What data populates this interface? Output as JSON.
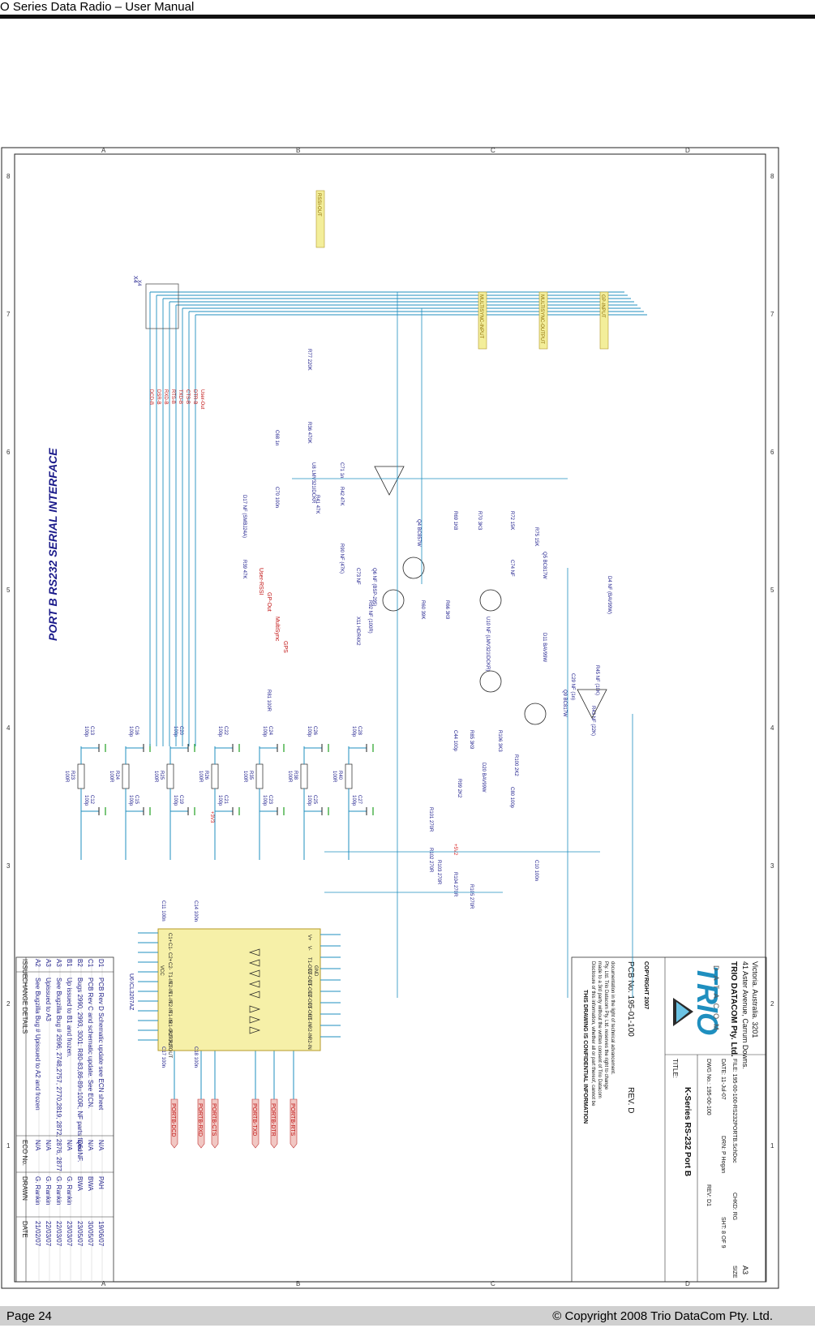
{
  "header": {
    "title": "O Series Data Radio – User Manual"
  },
  "footer": {
    "page": "Page 24",
    "copyright": "© Copyright 2008 Trio DataCom Pty. Ltd."
  },
  "colors": {
    "wire": "#1f8fbf",
    "ground": "#22a022",
    "power": "#d81f1f",
    "ink": "#1a1a8a",
    "net_fill": "#f3ee9a",
    "port_fill": "#f1c7c3"
  },
  "diagram": {
    "heading": "PORT B RS232 SERIAL INTERFACE",
    "grid_letters": [
      "A",
      "B",
      "C",
      "D"
    ],
    "grid_numbers": [
      "1",
      "2",
      "3",
      "4",
      "5",
      "6",
      "7",
      "8"
    ],
    "port_labels": [
      "PORTB-DCD",
      "PORTB-RXD",
      "PORTB-CTS",
      "PORTB-TXD",
      "PORTB-DTR",
      "PORTB-RTS"
    ],
    "net_labels": [
      "RSSI-OUT",
      "MULTISYNC-INPUT",
      "MULTISYNC-OUTPUT",
      "GP-INPUT"
    ],
    "x4_pins": [
      "DCD-B",
      "DSR-B",
      "RXD-B",
      "RTS-B",
      "TXD-B",
      "CTS-B",
      "DTR-B",
      "User-Out"
    ],
    "u6": {
      "ref": "U6",
      "part": "ICL3207AZ",
      "left_pins": [
        "C1+",
        "C1-",
        "C2+",
        "C2-",
        "T1-IN",
        "T2-IN",
        "T1-IN",
        "T2-IN",
        "T1-IN",
        "R1-OUT",
        "R2-OUT",
        "R2-OUT"
      ],
      "right_pins": [
        "V+",
        "V-",
        "T1-OUT",
        "T2-OUT",
        "T1-OUT",
        "T2-OUT",
        "T1-OUT",
        "R1-IN",
        "R2-IN",
        "R2-IN"
      ],
      "vcc": "VCC",
      "gnd": "GND"
    },
    "resistors_row": [
      {
        "r": "R23",
        "rv": "100R",
        "c1": "C12",
        "c1v": "100p",
        "c2": "C13",
        "c2v": "100p"
      },
      {
        "r": "R24",
        "rv": "100R",
        "c1": "C15",
        "c1v": "100p",
        "c2": "C16",
        "c2v": "100p"
      },
      {
        "r": "R25",
        "rv": "100R",
        "c1": "C19",
        "c1v": "100p",
        "c2": "C20",
        "c2v": "100p"
      },
      {
        "r": "R26",
        "rv": "100R",
        "c1": "C21",
        "c1v": "100p",
        "c2": "C22",
        "c2v": "100p"
      },
      {
        "r": "R35",
        "rv": "100R",
        "c1": "C23",
        "c1v": "100p",
        "c2": "C24",
        "c2v": "100p"
      },
      {
        "r": "R38",
        "rv": "100R",
        "c1": "C25",
        "c1v": "100p",
        "c2": "C26",
        "c2v": "100p"
      },
      {
        "r": "R40",
        "rv": "100R",
        "c1": "C27",
        "c1v": "100p",
        "c2": "C28",
        "c2v": "100p"
      }
    ],
    "components": [
      "X4",
      "U8 LMV321IDCKR",
      "R77 220K",
      "R36 470K",
      "C68 1n",
      "C71 1n",
      "C70 100n",
      "D17 NF (SMBJ24A)",
      "R39 47K",
      "R41 47K",
      "R42 47K",
      "R90 NF (47K)",
      "C73 NF",
      "Q6 NF (BSP-295)",
      "R92 NF (100R)",
      "X11 HDR4X2",
      "R81 100R",
      "Q4 BC857W",
      "R69 1K8",
      "R70 3K3",
      "R60 39K",
      "R66 3K9",
      "C74 NF",
      "R72 15K",
      "R75 15K",
      "Q5 BC817W",
      "D11 BAV99W",
      "U10 NF (LMV321IDCKR)",
      "D4 NF (BAV99W)",
      "C29 NF (1n)",
      "R45 NF (10K)",
      "R43 NF (22K)",
      "Q9 BC817W",
      "R85 3K9",
      "C44 100p",
      "R106 3K3",
      "R100 2K2",
      "C80 100p",
      "D20 BAV99W",
      "R99 2K2",
      "R101 270R",
      "R102 270R",
      "R103 270R",
      "R104 270R",
      "R105 270R",
      "C10 100n",
      "C11 100n",
      "C14 100n",
      "C17 100n",
      "C18 100n"
    ],
    "net_names": [
      "User-RSSI",
      "GP-Out",
      "MultiSync",
      "GPS"
    ],
    "supplies": [
      "+3V3",
      "+5V2"
    ]
  },
  "title_block": {
    "confidential_heading": "THIS DRAWING IS CONFIDENTIAL INFORMATION",
    "confidential_text": [
      "Disclosure of this information, whether all or part thereof, cannot be",
      "made to a 3rd party without the written consent of Trio Datacom",
      "Pty. Ltd. Trio Datacom Pty. Ltd. reserves the right to change",
      "documentation in the light of technical advancement."
    ],
    "pcb_no": "PCB No.  195-01-100",
    "pcb_rev": "REV.  D",
    "copyright": "COPYRIGHT     2007",
    "company": "TRIO DATACOM Pty. Ltd.",
    "address1": "41 Aster Avenue, Carrum Downs.",
    "address2": "Victoria.   Australia. 3201",
    "logo_text": "TRIO",
    "logo_sub": "DATACOM",
    "title_label": "TITLE:",
    "title": "K-Series RS-232 Port B",
    "dwg_no": "DWG No.: 195-00-100",
    "rev": "REV:   D1",
    "sht": "SHT:  8     OF    9",
    "size_label": "SIZE",
    "size": "A3",
    "date": "DATE:     11-Jul-07",
    "drn": "DRN:  P Hogan",
    "chkd": "CHKD: RG",
    "file": "FILE:    195-00-100-RS232PORTB.SchDoc"
  },
  "change_log": {
    "headers": [
      "ISSUE",
      "CHANGE DETAILS",
      "ECO No.",
      "DRAWN",
      "DATE"
    ],
    "rows": [
      [
        "A2",
        "See Bugzilla Bug # Upissued to A2 and frozen",
        "N/A",
        "G. Rankin",
        "21/02/07"
      ],
      [
        "A3",
        "Upissued to A3",
        "N/A",
        "G. Rankin",
        "22/03/07"
      ],
      [
        "A3",
        "See Bugzilla Bug # 2696, 2748,2757, 2770,2819,  2872,  2876, 2877",
        "",
        "G. Rankin",
        "22/03/07"
      ],
      [
        "B1",
        "Up issued to B1 and frozen.",
        "N/A",
        "G. Rankin",
        "23/03/07"
      ],
      [
        "B2",
        "Bugs 2990, 2993, 3001: R80-83,86-89=100R, NF parts fixed",
        "Q6=NF.",
        "BWA",
        "23/05/07"
      ],
      [
        "C1",
        "PCB Rev C and schematic update. See ECN.",
        "N/A",
        "BWA",
        "30/05/07"
      ],
      [
        "D1",
        "PCB Rev D Schematic update see ECN sheet",
        "N/A",
        "PAH",
        "19/06/07"
      ]
    ]
  }
}
